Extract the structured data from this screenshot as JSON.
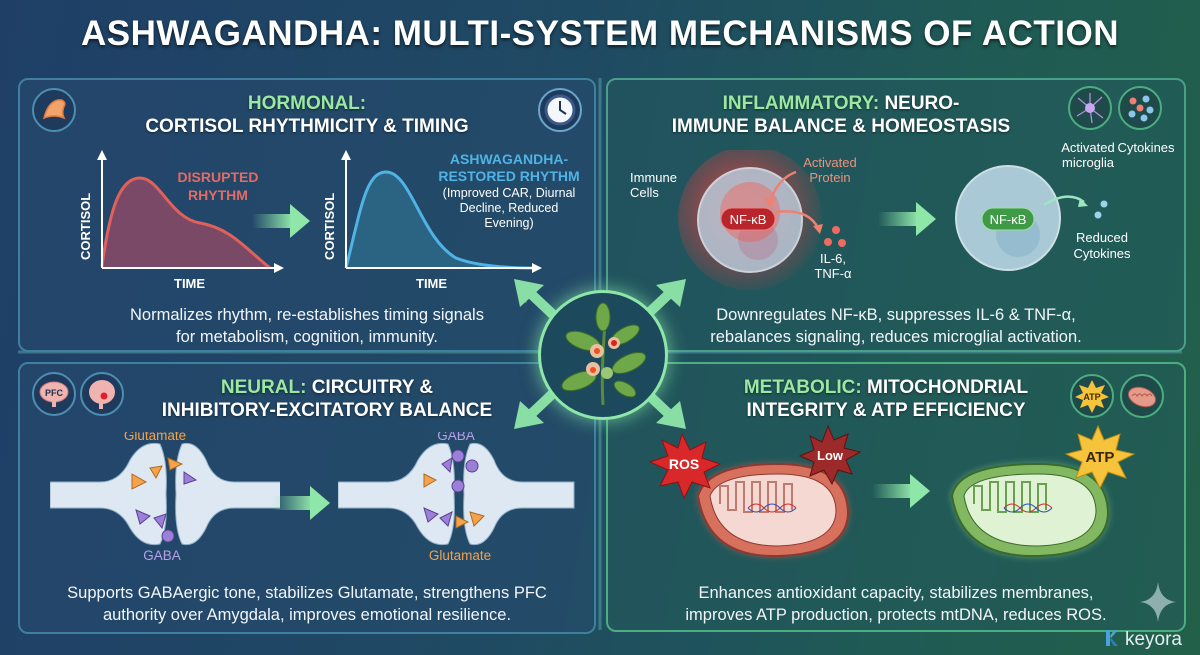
{
  "title": "ASHWAGANDHA: MULTI-SYSTEM MECHANISMS OF ACTION",
  "colors": {
    "accent_green": "#9be8a0",
    "disrupted_red": "#e0605a",
    "restored_blue": "#4fb3e6",
    "glutamate_orange": "#f4a24c",
    "gaba_purple": "#9c7fd8"
  },
  "hormonal": {
    "title_accent": "HORMONAL:",
    "title_rest": "CORTISOL RHYTHMICITY & TIMING",
    "icons": [
      "adrenal-gland-icon",
      "clock-icon"
    ],
    "chart_left": {
      "ylabel": "CORTISOL",
      "xlabel": "TIME",
      "label_line1": "DISRUPTED",
      "label_line2": "RHYTHM"
    },
    "chart_right": {
      "ylabel": "CORTISOL",
      "xlabel": "TIME",
      "label_line1": "ASHWAGANDHA-",
      "label_line2": "RESTORED RHYTHM",
      "note_line1": "(Improved CAR, Diurnal",
      "note_line2": "Decline, Reduced",
      "note_line3": "Evening)"
    },
    "desc_line1": "Normalizes rhythm, re-establishes timing signals",
    "desc_line2": "for metabolism, cognition, immunity."
  },
  "inflammatory": {
    "title_accent": "INFLAMMATORY:",
    "title_rest1": "NEURO-",
    "title_rest2": "IMMUNE BALANCE & HOMEOSTASIS",
    "icon_microglia_line1": "Activated",
    "icon_microglia_line2": "microglia",
    "icon_cytokines": "Cytokines",
    "immune_line1": "Immune",
    "immune_line2": "Cells",
    "activated_line1": "Activated",
    "activated_line2": "Protein",
    "nfkb": "NF-κB",
    "il6_line1": "IL-6,",
    "il6_line2": "TNF-α",
    "reduced_line1": "Reduced",
    "reduced_line2": "Cytokines",
    "desc_line1": "Downregulates NF-κB, suppresses IL-6 & TNF-α,",
    "desc_line2": "rebalances signaling, reduces microglial activation."
  },
  "neural": {
    "title_accent": "NEURAL:",
    "title_rest1": "CIRCUITRY &",
    "title_rest2": "INHIBITORY-EXCITATORY BALANCE",
    "icon_pfc": "PFC",
    "glutamate": "Glutamate",
    "gaba": "GABA",
    "desc_line1": "Supports GABAergic tone, stabilizes Glutamate, strengthens PFC",
    "desc_line2": "authority over Amygdala, improves emotional resilience."
  },
  "metabolic": {
    "title_accent": "METABOLIC:",
    "title_rest1": "MITOCHONDRIAL",
    "title_rest2": "INTEGRITY & ATP EFFICIENCY",
    "icon_atp": "ATP",
    "ros": "ROS",
    "low": "Low",
    "atp": "ATP",
    "desc_line1": "Enhances antioxidant capacity, stabilizes membranes,",
    "desc_line2": "improves ATP production, protects mtDNA, reduces ROS."
  },
  "brand": "keyora"
}
